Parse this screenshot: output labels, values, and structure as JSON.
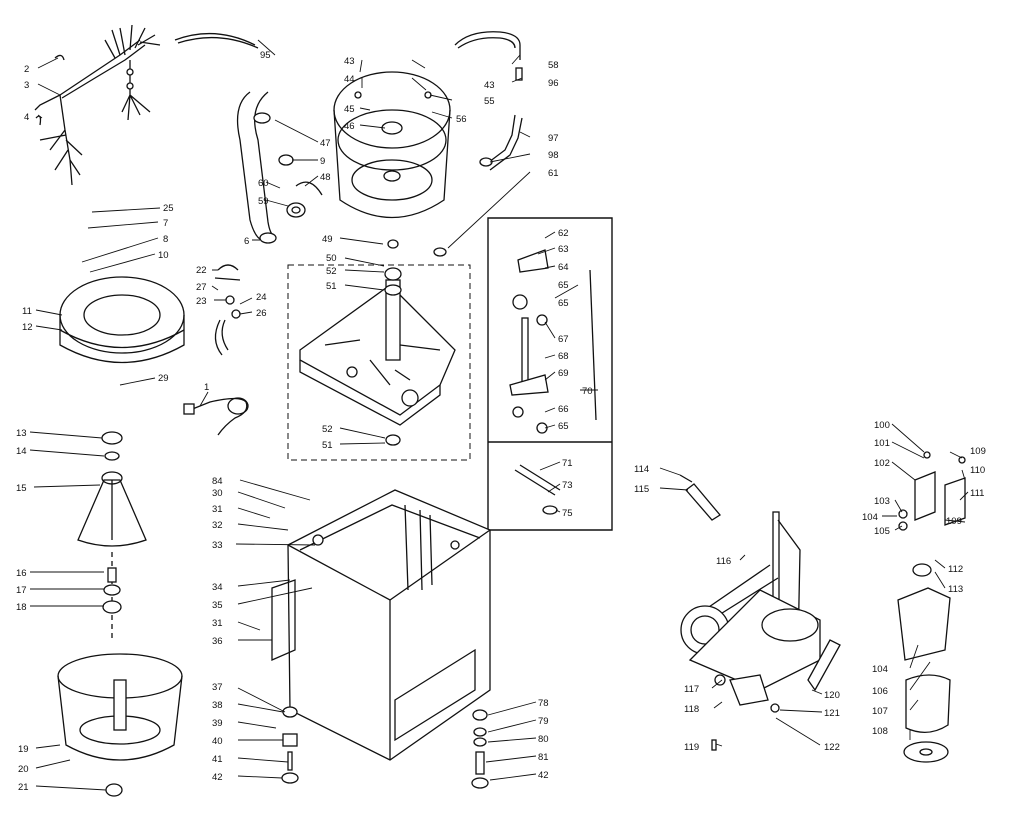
{
  "labels": [
    "2",
    "3",
    "4",
    "25",
    "7",
    "8",
    "10",
    "11",
    "12",
    "29",
    "1",
    "13",
    "14",
    "15",
    "16",
    "17",
    "18",
    "19",
    "20",
    "21",
    "95",
    "43",
    "44",
    "45",
    "46",
    "47",
    "9",
    "48",
    "60",
    "59",
    "6",
    "43",
    "55",
    "56",
    "58",
    "96",
    "97",
    "98",
    "61",
    "49",
    "50",
    "52",
    "51",
    "22",
    "27",
    "23",
    "24",
    "26",
    "52",
    "51",
    "62",
    "63",
    "64",
    "65",
    "65",
    "67",
    "68",
    "69",
    "70",
    "66",
    "65",
    "71",
    "73",
    "75",
    "84",
    "30",
    "31",
    "32",
    "33",
    "34",
    "35",
    "31",
    "36",
    "37",
    "38",
    "39",
    "40",
    "41",
    "42",
    "78",
    "79",
    "80",
    "81",
    "42",
    "114",
    "115",
    "116",
    "117",
    "118",
    "119",
    "120",
    "121",
    "122",
    "100",
    "101",
    "102",
    "109",
    "110",
    "111",
    "103",
    "104",
    "105",
    "109",
    "112",
    "113",
    "104",
    "106",
    "107",
    "108"
  ]
}
